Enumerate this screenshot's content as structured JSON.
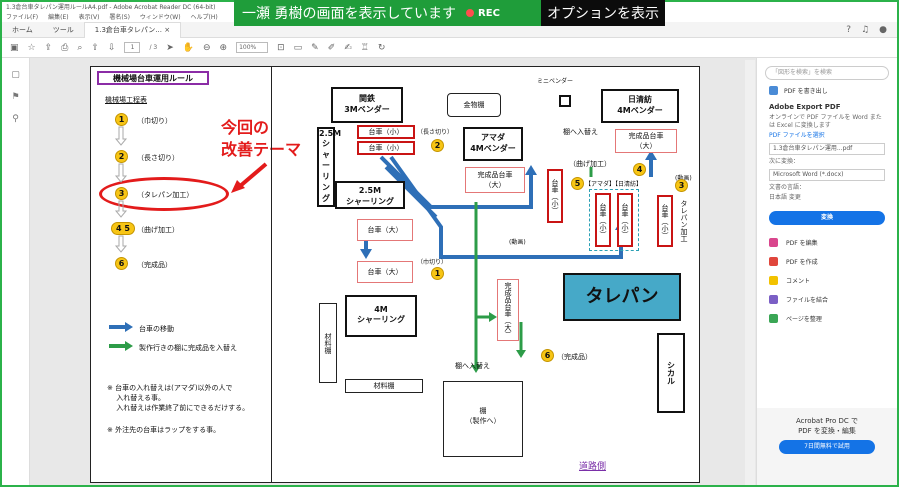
{
  "share": {
    "text": "一瀬 勇樹の画面を表示しています",
    "rec": "REC",
    "options": "オプションを表示"
  },
  "window": {
    "title": "1.3倉台車タレパン運用ルールA4.pdf - Adobe Acrobat Reader DC (64-bit)"
  },
  "menu": [
    "ファイル(F)",
    "編集(E)",
    "表示(V)",
    "署名(S)",
    "ウィンドウ(W)",
    "ヘルプ(H)"
  ],
  "tabs": {
    "home": "ホーム",
    "tools": "ツール",
    "doc": "1.3倉台車タレパン..."
  },
  "toolbar": {
    "page_current": "1",
    "page_total": "/ 3",
    "zoom": "100%"
  },
  "right_pane": {
    "search_placeholder": "「図形を検索」を検索",
    "export_heading": "PDF を書き出し",
    "export_title": "Adobe Export PDF",
    "export_desc": "オンラインで PDF ファイルを Word または Excel に変換します",
    "select_label": "PDF ファイルを選択",
    "file_name": "1.3倉台車タレパン運用...pdf",
    "convert_to": "次に変換：",
    "format": "Microsoft Word (*.docx)",
    "language_label": "文書の言語：",
    "language": "日本語 変更",
    "convert_button": "変換",
    "tools": [
      "PDF を編集",
      "PDF を作成",
      "コメント",
      "ファイルを結合",
      "ページを整理"
    ],
    "promo_title": "Acrobat Pro DC で",
    "promo_sub": "PDF を変換・編集",
    "promo_button": "7日間無料で試用"
  },
  "doc": {
    "rules_title": "機械場台車運用ルール",
    "process_heading": "機械場工程表",
    "steps": [
      {
        "num": "1",
        "label": "（巾切り）"
      },
      {
        "num": "2",
        "label": "（長さ切り）"
      },
      {
        "num": "3",
        "label": "（タレパン加工）"
      },
      {
        "num": "4 5",
        "label": "（曲げ加工）"
      },
      {
        "num": "6",
        "label": "（完成品）"
      }
    ],
    "annotation": "今回の\n改善テーマ",
    "legend_blue": "台車の移動",
    "legend_green": "製作行きの棚に完成品を入替え",
    "note1": "※ 台車の入れ替えは(アマダ)以外の人で\n　 入れ替える事。\n　 入れ替えは作業終了前にできるだけする。",
    "note2": "※ 外注先の台車はラップをする事。",
    "boxes": {
      "kantetsu": "関鉄\n3Mベンダー",
      "kanagata": "金物棚",
      "mini": "ミニベンダー",
      "nisshin": "日清紡\n4Mベンダー",
      "daisha_small": "台車（小）",
      "amada": "アマダ\n4Mベンダー",
      "shelf_swap": "棚へ入替え",
      "finished_large": "完成品台車\n（大）",
      "shearing25": "2.5M\nシャーリング",
      "daisha_large": "台車（大）",
      "shearing4": "4M\nシャーリング",
      "talepan": "タレパン",
      "material_shelf": "材料棚",
      "material_shelf2": "材料棚",
      "finished_small": "完成品台車（大）",
      "shelf_make": "棚\n（製作へ）",
      "shikaru": "シカル",
      "road": "道路側",
      "ami": "【アマダ】【日清紡】",
      "bend": "（曲げ加工）",
      "len": "（長さ切り）",
      "widthcut": "（巾切り）",
      "video": "(動画)",
      "finished_label": "（完成品）",
      "talepan_work": "タレパン加工"
    }
  }
}
